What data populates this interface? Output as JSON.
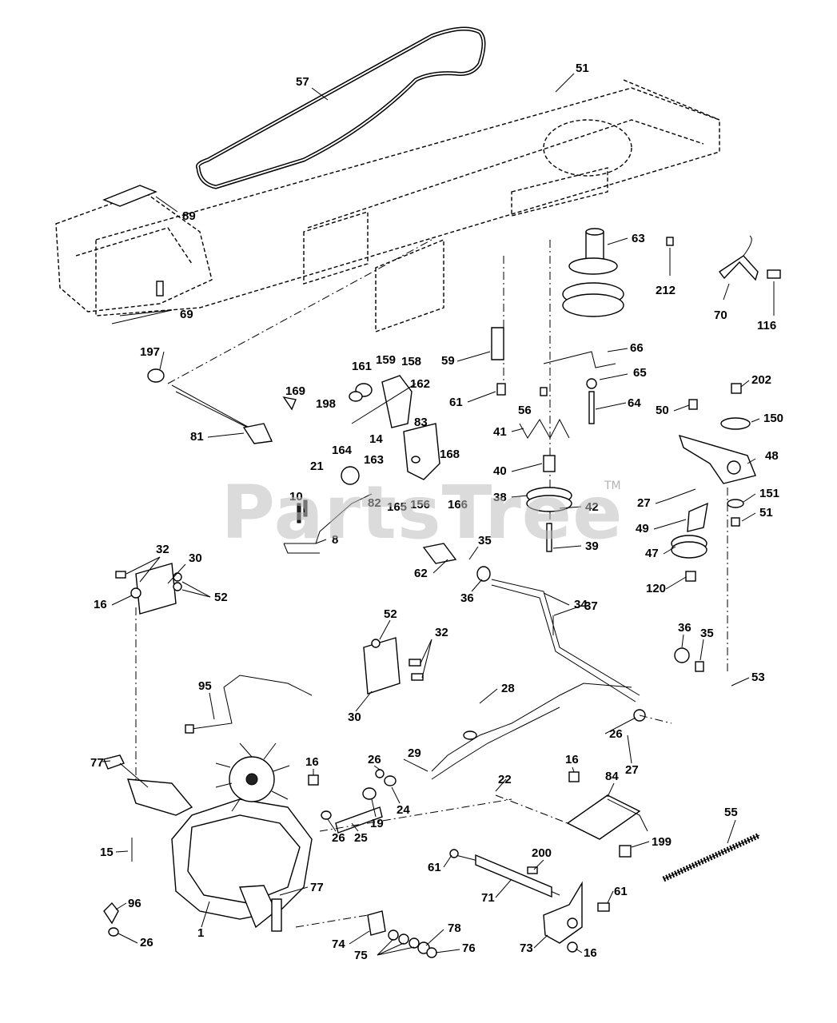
{
  "watermark": {
    "text": "PartsTree",
    "trademark": "TM"
  },
  "callouts": [
    {
      "id": "c57",
      "label": "57"
    },
    {
      "id": "c51a",
      "label": "51"
    },
    {
      "id": "c89",
      "label": "89"
    },
    {
      "id": "c63",
      "label": "63"
    },
    {
      "id": "c212",
      "label": "212"
    },
    {
      "id": "c70",
      "label": "70"
    },
    {
      "id": "c116",
      "label": "116"
    },
    {
      "id": "c69",
      "label": "69"
    },
    {
      "id": "c197",
      "label": "197"
    },
    {
      "id": "c66",
      "label": "66"
    },
    {
      "id": "c59",
      "label": "59"
    },
    {
      "id": "c161",
      "label": "161"
    },
    {
      "id": "c159",
      "label": "159"
    },
    {
      "id": "c158",
      "label": "158"
    },
    {
      "id": "c65",
      "label": "65"
    },
    {
      "id": "c202",
      "label": "202"
    },
    {
      "id": "c169",
      "label": "169"
    },
    {
      "id": "c162",
      "label": "162"
    },
    {
      "id": "c198",
      "label": "198"
    },
    {
      "id": "c61a",
      "label": "61"
    },
    {
      "id": "c64",
      "label": "64"
    },
    {
      "id": "c50",
      "label": "50"
    },
    {
      "id": "c150",
      "label": "150"
    },
    {
      "id": "c56",
      "label": "56"
    },
    {
      "id": "c83",
      "label": "83"
    },
    {
      "id": "c41",
      "label": "41"
    },
    {
      "id": "c81",
      "label": "81"
    },
    {
      "id": "c164",
      "label": "164"
    },
    {
      "id": "c14",
      "label": "14"
    },
    {
      "id": "c163",
      "label": "163"
    },
    {
      "id": "c40",
      "label": "40"
    },
    {
      "id": "c48",
      "label": "48"
    },
    {
      "id": "c168",
      "label": "168"
    },
    {
      "id": "c21",
      "label": "21"
    },
    {
      "id": "c10",
      "label": "10"
    },
    {
      "id": "c82",
      "label": "82"
    },
    {
      "id": "c165",
      "label": "165"
    },
    {
      "id": "c156",
      "label": "156"
    },
    {
      "id": "c166",
      "label": "166"
    },
    {
      "id": "c38",
      "label": "38"
    },
    {
      "id": "c27a",
      "label": "27"
    },
    {
      "id": "c151",
      "label": "151"
    },
    {
      "id": "c42",
      "label": "42"
    },
    {
      "id": "c51b",
      "label": "51"
    },
    {
      "id": "c49",
      "label": "49"
    },
    {
      "id": "c8",
      "label": "8"
    },
    {
      "id": "c39",
      "label": "39"
    },
    {
      "id": "c47",
      "label": "47"
    },
    {
      "id": "c32a",
      "label": "32"
    },
    {
      "id": "c35a",
      "label": "35"
    },
    {
      "id": "c30a",
      "label": "30"
    },
    {
      "id": "c62",
      "label": "62"
    },
    {
      "id": "c36a",
      "label": "36"
    },
    {
      "id": "c52a",
      "label": "52"
    },
    {
      "id": "c120",
      "label": "120"
    },
    {
      "id": "c34",
      "label": "34"
    },
    {
      "id": "c16a",
      "label": "16"
    },
    {
      "id": "c37",
      "label": "37"
    },
    {
      "id": "c52b",
      "label": "52"
    },
    {
      "id": "c32b",
      "label": "32"
    },
    {
      "id": "c36b",
      "label": "36"
    },
    {
      "id": "c35b",
      "label": "35"
    },
    {
      "id": "c53",
      "label": "53"
    },
    {
      "id": "c95",
      "label": "95"
    },
    {
      "id": "c28",
      "label": "28"
    },
    {
      "id": "c30b",
      "label": "30"
    },
    {
      "id": "c26a",
      "label": "26"
    },
    {
      "id": "c27b",
      "label": "27"
    },
    {
      "id": "c29",
      "label": "29"
    },
    {
      "id": "c16b",
      "label": "16"
    },
    {
      "id": "c26b",
      "label": "26"
    },
    {
      "id": "c16c",
      "label": "16"
    },
    {
      "id": "c77a",
      "label": "77"
    },
    {
      "id": "c84",
      "label": "84"
    },
    {
      "id": "c22",
      "label": "22"
    },
    {
      "id": "c24",
      "label": "24"
    },
    {
      "id": "c19",
      "label": "19"
    },
    {
      "id": "c55",
      "label": "55"
    },
    {
      "id": "c26c",
      "label": "26"
    },
    {
      "id": "c25",
      "label": "25"
    },
    {
      "id": "c15",
      "label": "15"
    },
    {
      "id": "c199",
      "label": "199"
    },
    {
      "id": "c200",
      "label": "200"
    },
    {
      "id": "c61b",
      "label": "61"
    },
    {
      "id": "c77b",
      "label": "77"
    },
    {
      "id": "c71",
      "label": "71"
    },
    {
      "id": "c61c",
      "label": "61"
    },
    {
      "id": "c96",
      "label": "96"
    },
    {
      "id": "c1",
      "label": "1"
    },
    {
      "id": "c78",
      "label": "78"
    },
    {
      "id": "c26d",
      "label": "26"
    },
    {
      "id": "c74",
      "label": "74"
    },
    {
      "id": "c76",
      "label": "76"
    },
    {
      "id": "c73",
      "label": "73"
    },
    {
      "id": "c16d",
      "label": "16"
    },
    {
      "id": "c75",
      "label": "75"
    }
  ]
}
